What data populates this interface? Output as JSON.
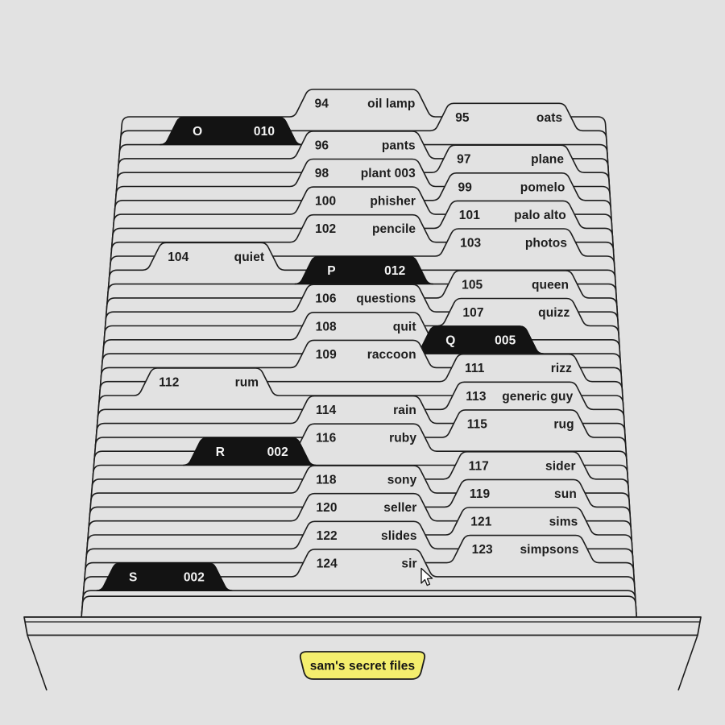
{
  "background_color": "#e2e2e2",
  "ink_color": "#1d1d1d",
  "divider_color": "#131313",
  "divider_text_color": "#f4f4f4",
  "drawer": {
    "label": "sam's secret files",
    "label_plate_color": "#f4ee6e"
  },
  "cursor_icon": "arrow-pointer",
  "folders": [
    {
      "type": "folder",
      "num": "94",
      "label": "oil lamp",
      "tab": "center"
    },
    {
      "type": "folder",
      "num": "95",
      "label": "oats",
      "tab": "right"
    },
    {
      "type": "divider",
      "letter": "O",
      "count": "010",
      "tab": "div-o"
    },
    {
      "type": "folder",
      "num": "96",
      "label": "pants",
      "tab": "center"
    },
    {
      "type": "folder",
      "num": "97",
      "label": "plane",
      "tab": "right"
    },
    {
      "type": "folder",
      "num": "98",
      "label": "plant 003",
      "tab": "center"
    },
    {
      "type": "folder",
      "num": "99",
      "label": "pomelo",
      "tab": "right"
    },
    {
      "type": "folder",
      "num": "100",
      "label": "phisher",
      "tab": "center"
    },
    {
      "type": "folder",
      "num": "101",
      "label": "palo alto",
      "tab": "right"
    },
    {
      "type": "folder",
      "num": "102",
      "label": "pencile",
      "tab": "center"
    },
    {
      "type": "folder",
      "num": "103",
      "label": "photos",
      "tab": "right"
    },
    {
      "type": "folder",
      "num": "104",
      "label": "quiet",
      "tab": "left-a"
    },
    {
      "type": "divider",
      "letter": "P",
      "count": "012",
      "tab": "div-p"
    },
    {
      "type": "folder",
      "num": "105",
      "label": "queen",
      "tab": "right"
    },
    {
      "type": "folder",
      "num": "106",
      "label": "questions",
      "tab": "center"
    },
    {
      "type": "folder",
      "num": "107",
      "label": "quizz",
      "tab": "right"
    },
    {
      "type": "folder",
      "num": "108",
      "label": "quit",
      "tab": "center"
    },
    {
      "type": "divider",
      "letter": "Q",
      "count": "005",
      "tab": "div-q"
    },
    {
      "type": "folder",
      "num": "109",
      "label": "raccoon",
      "tab": "center"
    },
    {
      "type": "folder",
      "num": "111",
      "label": "rizz",
      "tab": "right"
    },
    {
      "type": "folder",
      "num": "112",
      "label": "rum",
      "tab": "left-b"
    },
    {
      "type": "folder",
      "num": "113",
      "label": "generic guy",
      "tab": "right"
    },
    {
      "type": "folder",
      "num": "114",
      "label": "rain",
      "tab": "center"
    },
    {
      "type": "folder",
      "num": "115",
      "label": "rug",
      "tab": "right"
    },
    {
      "type": "folder",
      "num": "116",
      "label": "ruby",
      "tab": "center"
    },
    {
      "type": "divider",
      "letter": "R",
      "count": "002",
      "tab": "div-r"
    },
    {
      "type": "folder",
      "num": "117",
      "label": "sider",
      "tab": "right"
    },
    {
      "type": "folder",
      "num": "118",
      "label": "sony",
      "tab": "center"
    },
    {
      "type": "folder",
      "num": "119",
      "label": "sun",
      "tab": "right"
    },
    {
      "type": "folder",
      "num": "120",
      "label": "seller",
      "tab": "center"
    },
    {
      "type": "folder",
      "num": "121",
      "label": "sims",
      "tab": "right"
    },
    {
      "type": "folder",
      "num": "122",
      "label": "slides",
      "tab": "center"
    },
    {
      "type": "folder",
      "num": "123",
      "label": "simpsons",
      "tab": "right"
    },
    {
      "type": "folder",
      "num": "124",
      "label": "sir",
      "tab": "center"
    },
    {
      "type": "divider",
      "letter": "S",
      "count": "002",
      "tab": "div-s"
    },
    {
      "type": "blank",
      "tab": "none"
    }
  ]
}
